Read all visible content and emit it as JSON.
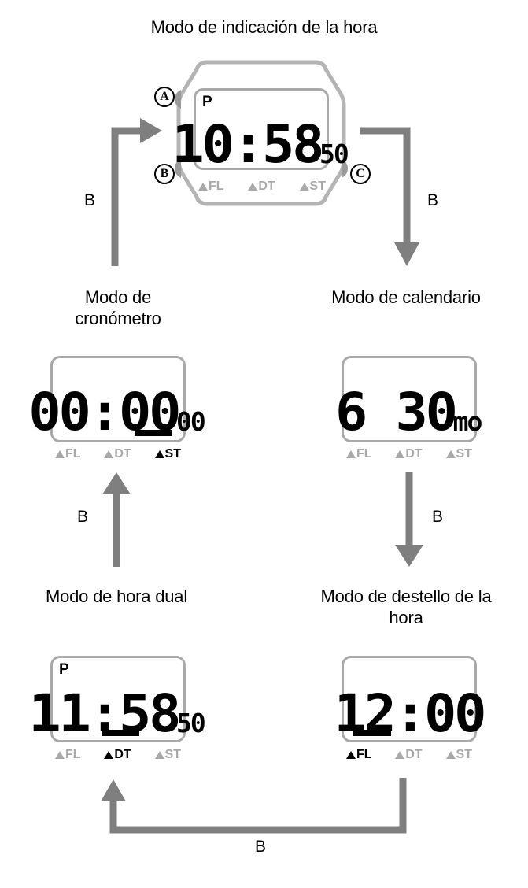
{
  "diagram": {
    "title": "Modo de indicación de la hora",
    "accent_gray": "#7f7f7f",
    "lcd_border_gray": "#a9a9a9",
    "indicator_off_gray": "#a9a9a9",
    "indicator_on_black": "#000000"
  },
  "watch": {
    "button_a": "Ⓐ",
    "button_b": "Ⓑ",
    "button_c": "Ⓒ",
    "button_a_name": "A",
    "button_b_name": "B",
    "button_c_name": "C"
  },
  "transitions": {
    "to_calendar": "B",
    "to_flash": "B",
    "to_dual": "B",
    "to_stopwatch": "B",
    "to_timekeeping": "B"
  },
  "modes": [
    {
      "id": "timekeeping",
      "title": "Modo de indicación de la hora",
      "pm": "P",
      "main": "10:58",
      "sub": "50",
      "indicators": [
        {
          "label": "FL",
          "active": false
        },
        {
          "label": "DT",
          "active": false
        },
        {
          "label": "ST",
          "active": false
        }
      ]
    },
    {
      "id": "stopwatch",
      "title": "Modo de cronómetro",
      "title_line1": "Modo de",
      "title_line2": "cronómetro",
      "pm": "",
      "main": "00:00",
      "sub": "00",
      "indicators": [
        {
          "label": "FL",
          "active": false
        },
        {
          "label": "DT",
          "active": false
        },
        {
          "label": "ST",
          "active": true
        }
      ]
    },
    {
      "id": "calendar",
      "title": "Modo de calendario",
      "pm": "",
      "main": "6 30",
      "sub": "mo",
      "indicators": [
        {
          "label": "FL",
          "active": false
        },
        {
          "label": "DT",
          "active": false
        },
        {
          "label": "ST",
          "active": false
        }
      ]
    },
    {
      "id": "dualtime",
      "title": "Modo de hora dual",
      "pm": "P",
      "main": "11:58",
      "sub": "50",
      "indicators": [
        {
          "label": "FL",
          "active": false
        },
        {
          "label": "DT",
          "active": true
        },
        {
          "label": "ST",
          "active": false
        }
      ]
    },
    {
      "id": "flash",
      "title": "Modo de destello de la hora",
      "title_line1": "Modo de destello de la",
      "title_line2": "hora",
      "pm": "",
      "main": "12:00",
      "sub": "",
      "indicators": [
        {
          "label": "FL",
          "active": true
        },
        {
          "label": "DT",
          "active": false
        },
        {
          "label": "ST",
          "active": false
        }
      ]
    }
  ]
}
